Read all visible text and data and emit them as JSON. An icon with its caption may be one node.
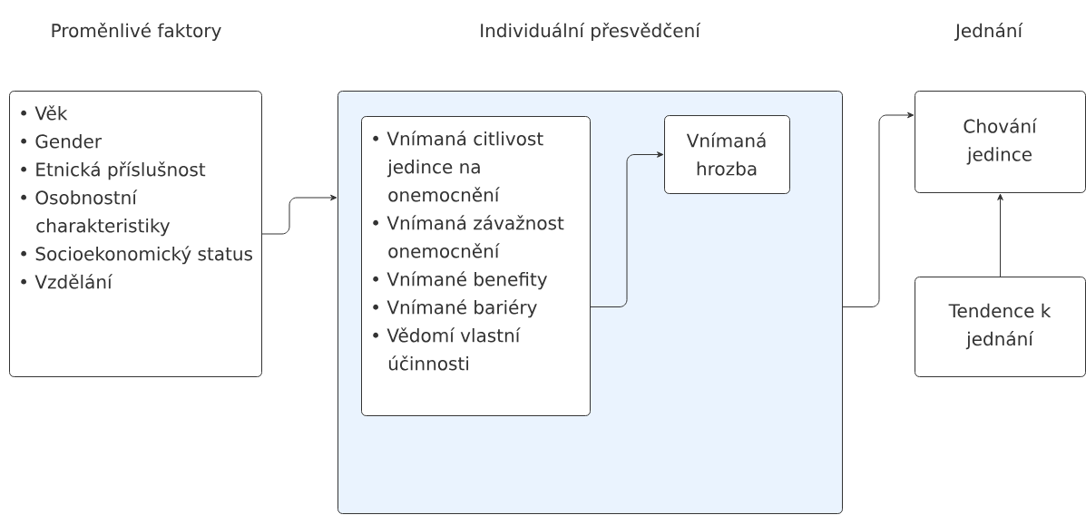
{
  "diagram": {
    "nodes": [
      {
        "text": [
          "• Věk",
          "• Gender",
          "• Etnická příslušnost",
          "• Osobnostní charakteristiky",
          "• Socioekonomický status",
          "• Vzdělání"
        ]
      },
      {
        "text": [],
        "shape": "box"
      },
      {
        "text": [
          "• Vnímaná citlivost jedince na onemocnění",
          "• Vnímaná závažnost onemocnění",
          "• Vnímané benefity",
          "• Vnímané bariéry",
          "• Vědomí vlastní účinnosti"
        ],
        "in": 1
      },
      {
        "text": [
          "Vnímaná hrozba"
        ],
        "in": 1
      },
      {
        "text": [
          "Chování jedince"
        ]
      },
      {
        "text": [
          "Tendence k jednání"
        ]
      }
    ],
    "edges": [
      {
        "from": 0,
        "to": 1,
        "arrow": "to"
      },
      {
        "from": 2,
        "to": 3,
        "arrow": "to"
      },
      {
        "from": 1,
        "to": 4,
        "arrow": "to"
      },
      {
        "from": 5,
        "to": 4,
        "arrow": "to"
      }
    ],
    "labels": [
      "Proměnlivé faktory",
      "Individuální přesvědčení",
      "Jednání"
    ]
  }
}
